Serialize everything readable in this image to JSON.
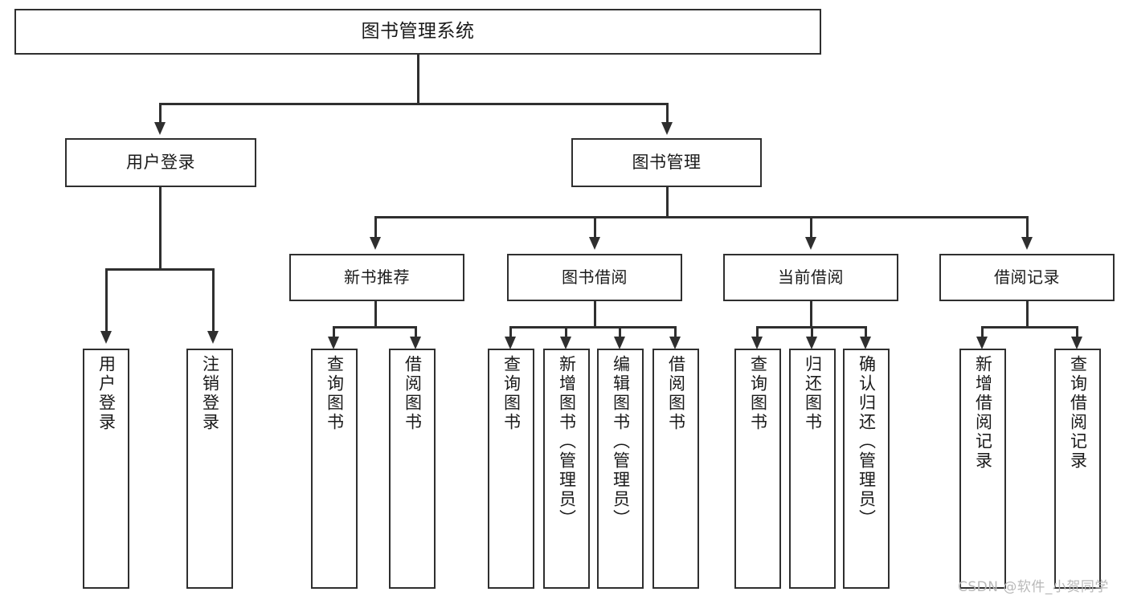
{
  "diagram": {
    "title": "图书管理系统",
    "type": "tree-hierarchy-diagram",
    "root": {
      "label": "图书管理系统"
    },
    "level2": [
      {
        "label": "用户登录"
      },
      {
        "label": "图书管理"
      }
    ],
    "level3": [
      {
        "label": "新书推荐"
      },
      {
        "label": "图书借阅"
      },
      {
        "label": "当前借阅"
      },
      {
        "label": "借阅记录"
      }
    ],
    "leaves": {
      "user_login": [
        {
          "label": "用户登录"
        },
        {
          "label": "注销登录"
        }
      ],
      "new_book_recommend": [
        {
          "label": "查询图书"
        },
        {
          "label": "借阅图书"
        }
      ],
      "book_borrow": [
        {
          "label": "查询图书"
        },
        {
          "label": "新增图书（管理员）"
        },
        {
          "label": "编辑图书（管理员）"
        },
        {
          "label": "借阅图书"
        }
      ],
      "current_borrow": [
        {
          "label": "查询图书"
        },
        {
          "label": "归还图书"
        },
        {
          "label": "确认归还（管理员）"
        }
      ],
      "borrow_record": [
        {
          "label": "新增借阅记录"
        },
        {
          "label": "查询借阅记录"
        }
      ]
    }
  },
  "watermark": {
    "text": "CSDN @软件_小贺同学"
  },
  "colors": {
    "stroke": "#2f2f2f",
    "fill": "#ffffff",
    "text": "#1a1a1a",
    "watermark": "#b9b9b9"
  }
}
